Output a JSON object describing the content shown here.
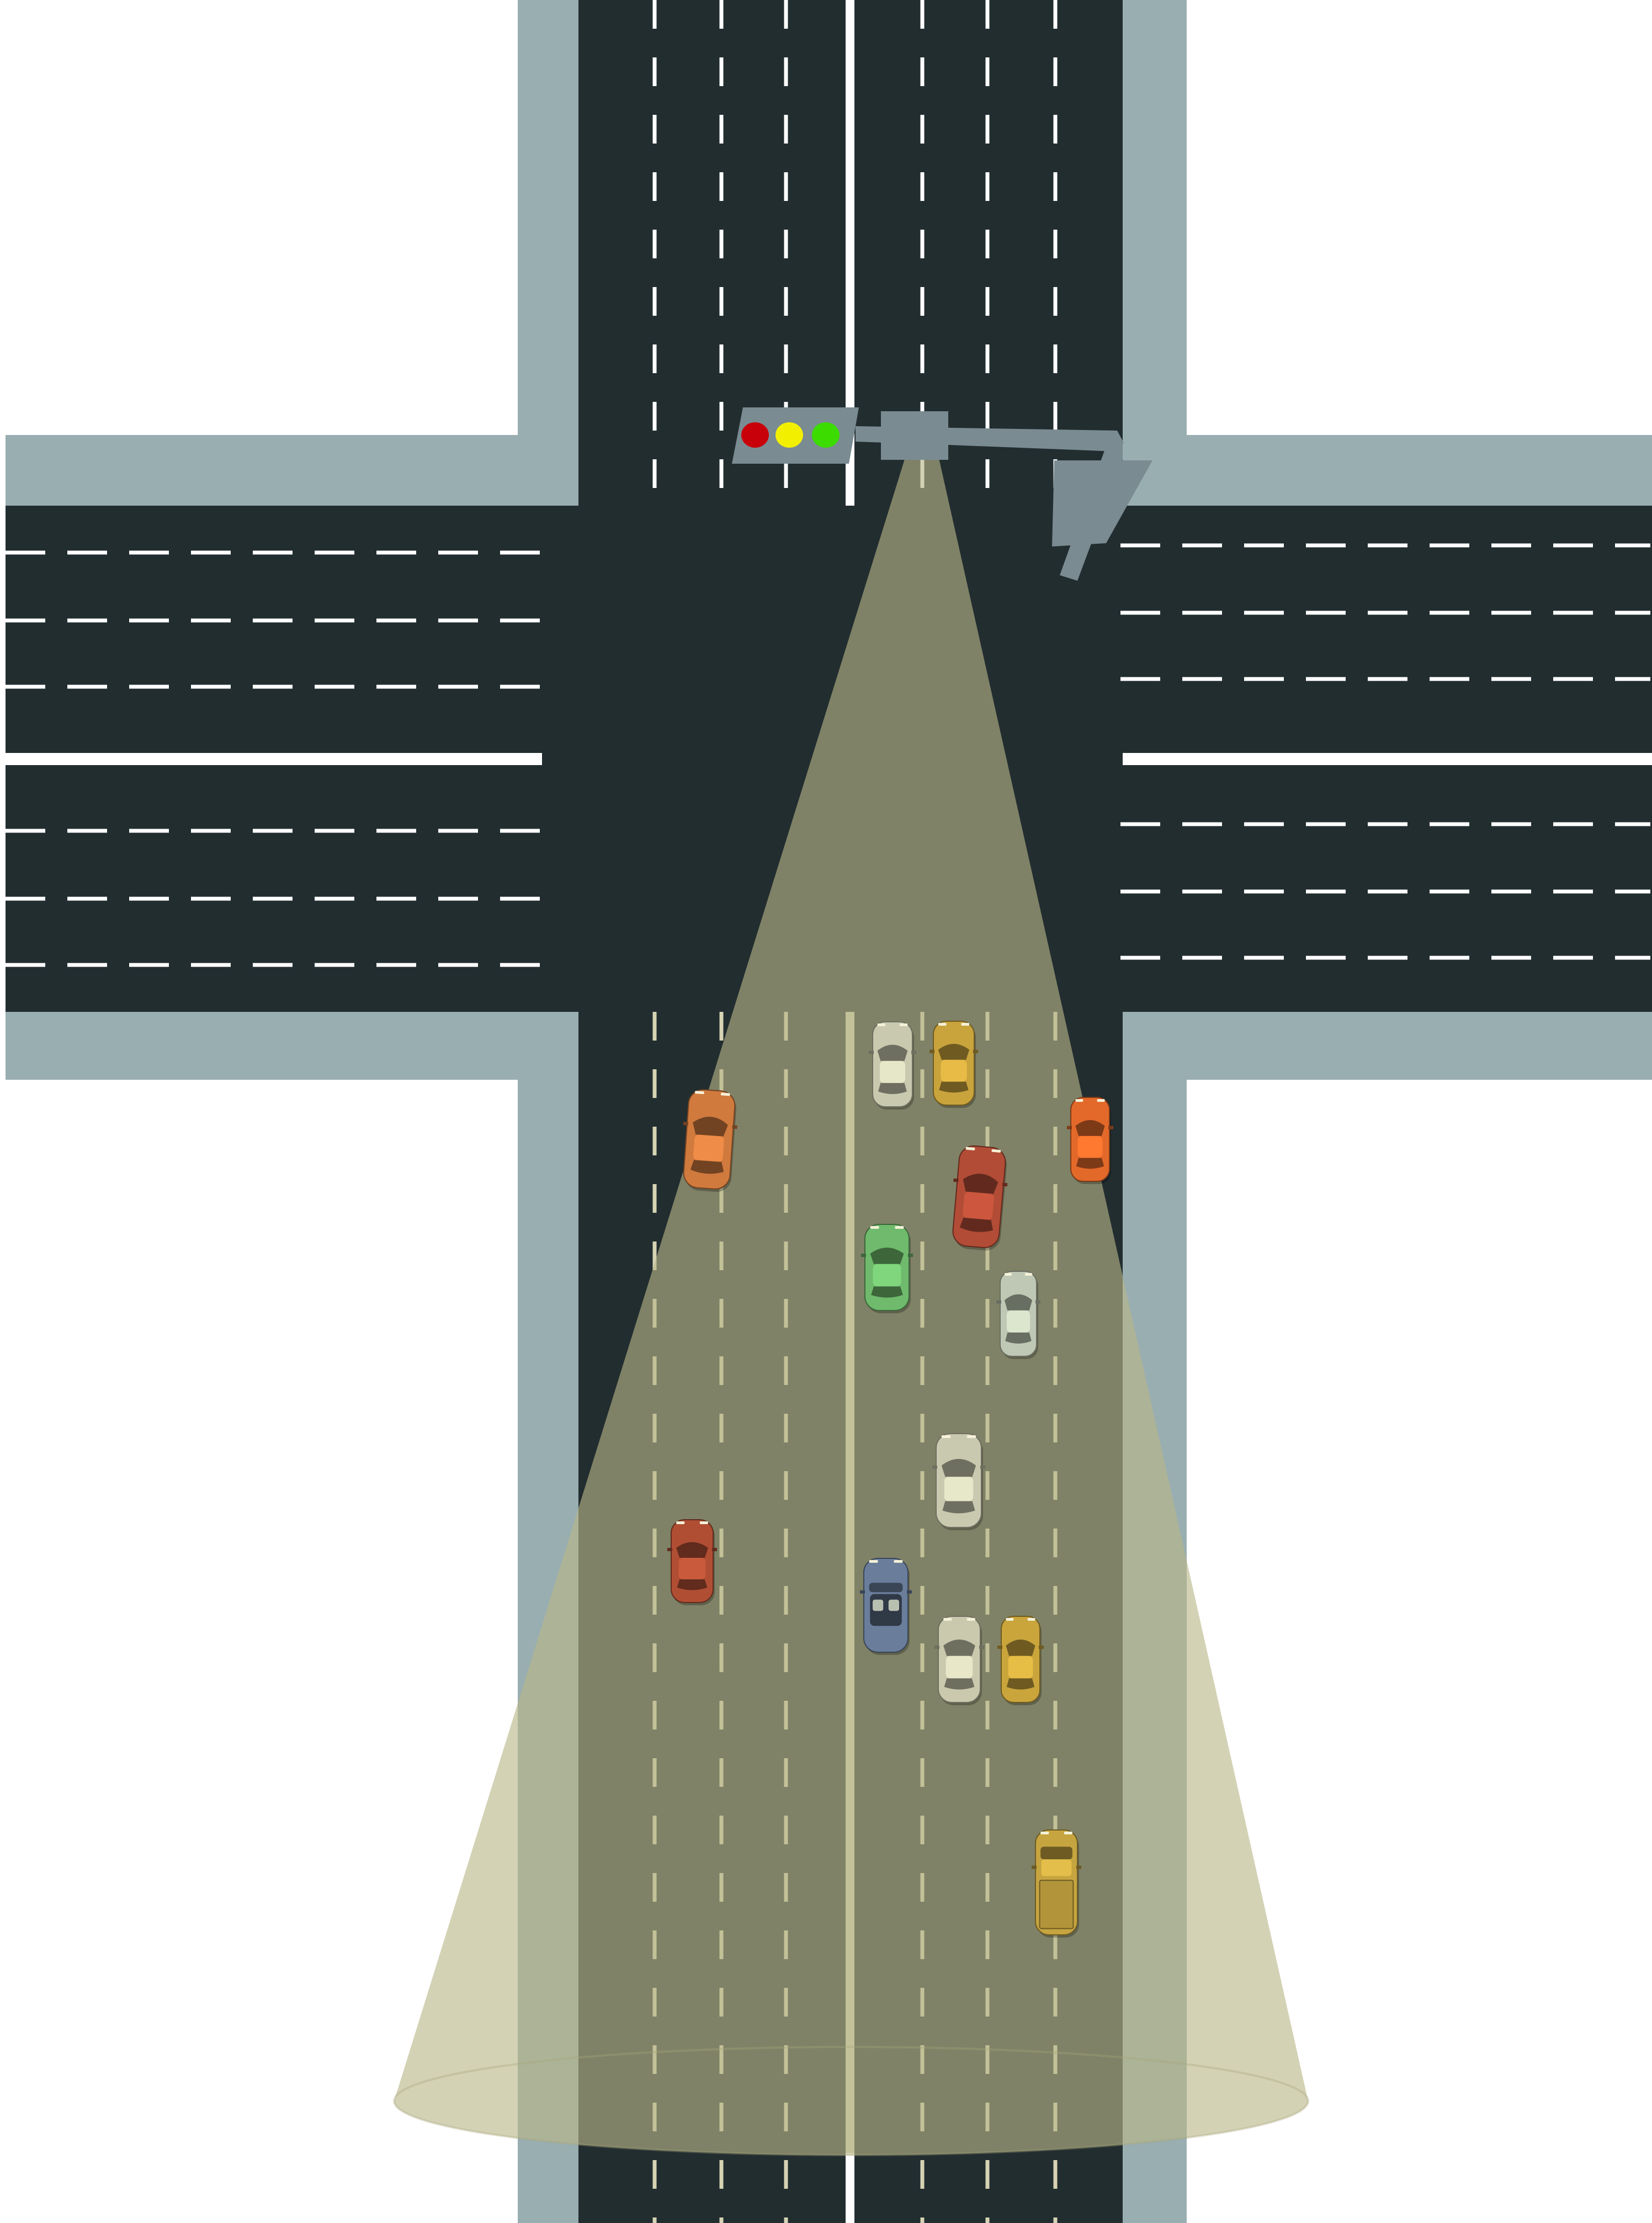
{
  "colors": {
    "background": "#ffffff",
    "sidewalk": "#99aeb1",
    "asphalt": "#222d30",
    "lane_marking": "#ffffff",
    "lane_marking_in_beam": "#d6d3b4",
    "camera_body": "#7a8b92",
    "beam_fill": "#b8b787",
    "signal_red": "#c8000a",
    "signal_yellow": "#f2f000",
    "signal_green": "#3cdc00"
  },
  "icons": {
    "traffic_light": "traffic-light-icon",
    "camera": "surveillance-camera-icon",
    "vehicle": "car-icon"
  },
  "vehicles": [
    {
      "id": "car-1",
      "color": "#c8c9ae",
      "kind": "sedan"
    },
    {
      "id": "car-2",
      "color": "#c9a33c",
      "kind": "sedan"
    },
    {
      "id": "car-3",
      "color": "#d07a3e",
      "kind": "sedan"
    },
    {
      "id": "car-4",
      "color": "#e3692a",
      "kind": "sedan"
    },
    {
      "id": "car-5",
      "color": "#b24c36",
      "kind": "sedan"
    },
    {
      "id": "car-6",
      "color": "#6fba6c",
      "kind": "sedan"
    },
    {
      "id": "car-7",
      "color": "#bfc8b4",
      "kind": "sedan"
    },
    {
      "id": "car-8",
      "color": "#c9c9b0",
      "kind": "sedan"
    },
    {
      "id": "car-9",
      "color": "#b04e34",
      "kind": "sedan"
    },
    {
      "id": "car-10",
      "color": "#6a7e9c",
      "kind": "convertible"
    },
    {
      "id": "car-11",
      "color": "#cac9ae",
      "kind": "sedan"
    },
    {
      "id": "car-12",
      "color": "#c9a53c",
      "kind": "sedan"
    },
    {
      "id": "car-13",
      "color": "#c6a540",
      "kind": "pickup"
    }
  ]
}
